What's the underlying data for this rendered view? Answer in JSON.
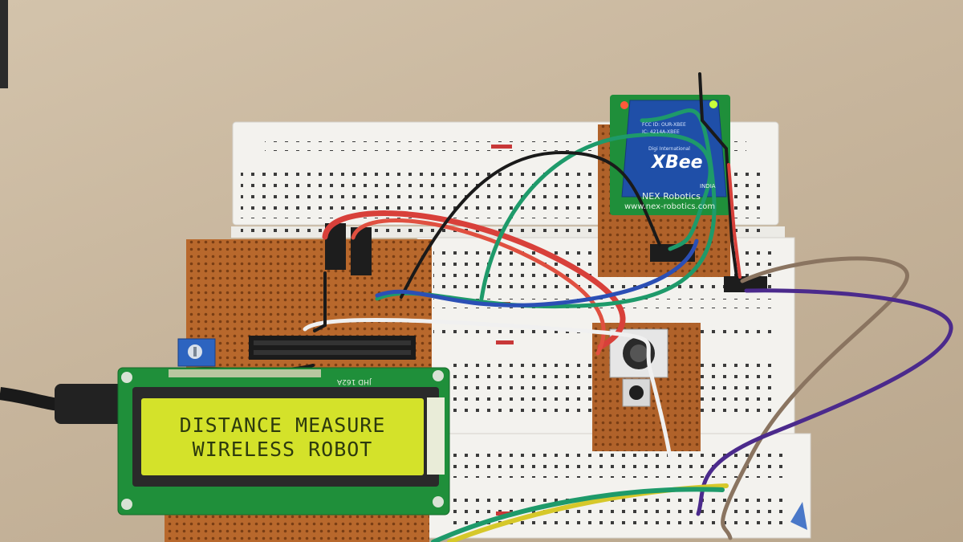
{
  "lcd": {
    "line1": "DISTANCE MEASURE",
    "line2": "WIRELESS ROBOT",
    "model_label": "JHD 162A"
  },
  "xbee": {
    "fcc_id": "FCC ID: OUR-XBEE",
    "ic": "IC: 4214A-XBEE",
    "brand": "Digi International",
    "logo": "XBee",
    "board_maker": "NEX Robotics",
    "board_url": "www.nex-robotics.com",
    "country": "INDIA"
  },
  "colors": {
    "lcd_backlight": "#d4e22a",
    "pcb_green": "#1f8f3a",
    "perfboard": "#b8682c",
    "breadboard": "#f3f2ee",
    "wire_red": "#d8403a",
    "wire_green": "#1e9a6a",
    "wire_black": "#1a1a1a",
    "wire_blue": "#2b4fb5",
    "wire_white": "#f0f0f0",
    "wire_purple": "#4b2a8c",
    "wire_brown": "#8a7460",
    "xbee_blue": "#1f4fa8"
  }
}
